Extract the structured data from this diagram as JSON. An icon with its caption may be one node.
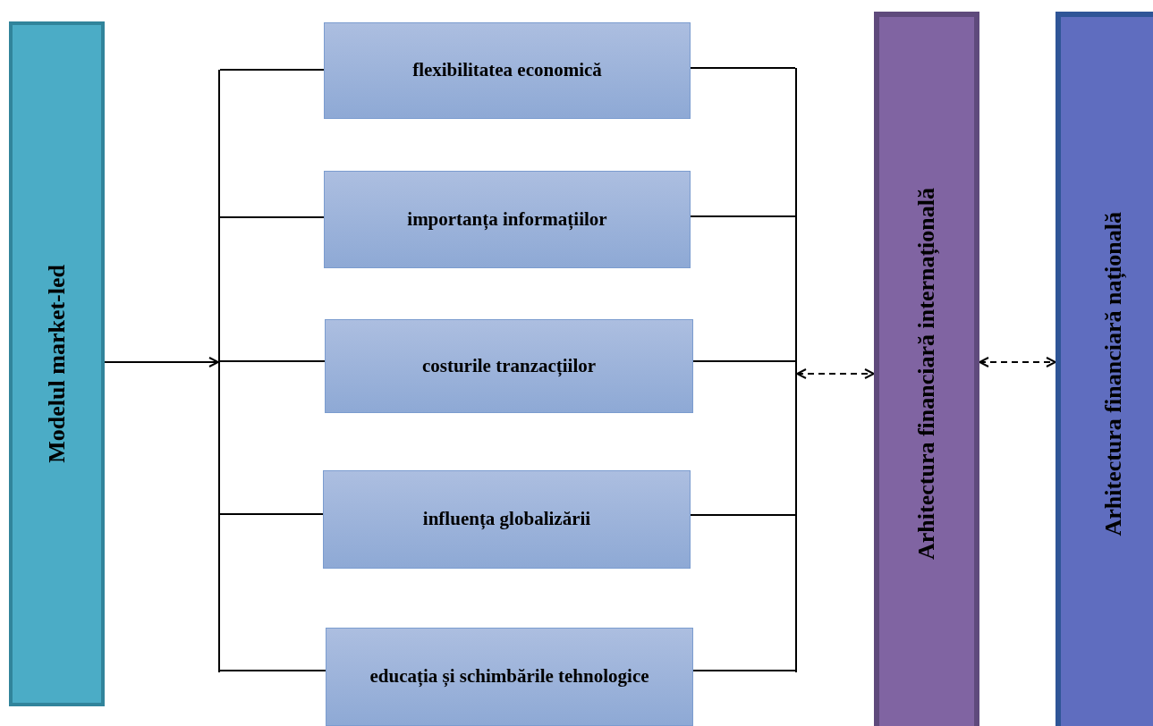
{
  "diagram": {
    "nodes": [
      {
        "text": [
          "Modelul market-led"
        ]
      },
      {
        "text": [],
        "shape": "bar"
      },
      {
        "text": [
          "flexibilitatea economică"
        ]
      },
      {
        "text": [
          "importanța informațiilor"
        ]
      },
      {
        "text": [
          "costurile tranzacțiilor"
        ]
      },
      {
        "text": [
          "influența globalizării"
        ]
      },
      {
        "text": [
          "educația și schimbările tehnologice"
        ]
      },
      {
        "text": [],
        "shape": "bar"
      },
      {
        "text": [
          "Arhitectura financiară internațională"
        ]
      },
      {
        "text": [
          "Arhitectura financiară națională"
        ]
      }
    ],
    "edges": [
      {
        "from": 0,
        "to": 1,
        "arrow": "to"
      },
      {
        "from": 1,
        "to": 2,
        "arrow": "none"
      },
      {
        "from": 1,
        "to": 3,
        "arrow": "none"
      },
      {
        "from": 1,
        "to": 4,
        "arrow": "none"
      },
      {
        "from": 1,
        "to": 5,
        "arrow": "none"
      },
      {
        "from": 1,
        "to": 6,
        "arrow": "none"
      },
      {
        "from": 2,
        "to": 7,
        "arrow": "none"
      },
      {
        "from": 3,
        "to": 7,
        "arrow": "none"
      },
      {
        "from": 4,
        "to": 7,
        "arrow": "none"
      },
      {
        "from": 5,
        "to": 7,
        "arrow": "none"
      },
      {
        "from": 6,
        "to": 7,
        "arrow": "none"
      },
      {
        "from": 7,
        "to": 8,
        "arrow": "both",
        "style": "dashed"
      },
      {
        "from": 8,
        "to": 9,
        "arrow": "both",
        "style": "dashed"
      }
    ]
  }
}
